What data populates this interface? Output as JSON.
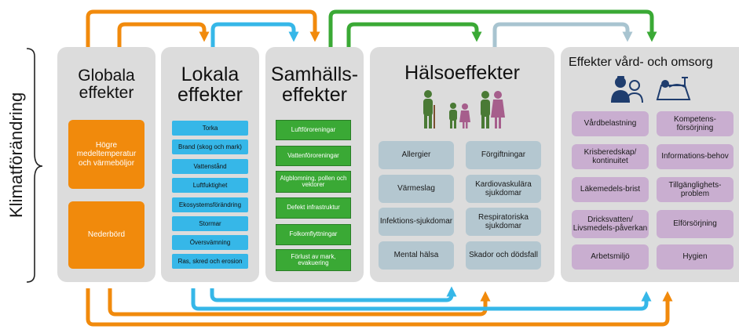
{
  "side_label": "Klimatförändring",
  "panels": {
    "globala": {
      "title1": "Globala",
      "title2": "effekter",
      "items": [
        "Högre medeltemperatur och värmeböljor",
        "Nederbörd"
      ]
    },
    "lokala": {
      "title1": "Lokala",
      "title2": "effekter",
      "items": [
        "Torka",
        "Brand (skog och mark)",
        "Vattenstånd",
        "Luftfuktighet",
        "Ekosystemsförändring",
        "Stormar",
        "Översvämning",
        "Ras, skred och erosion"
      ]
    },
    "samhalls": {
      "title1": "Samhälls-",
      "title2": "effekter",
      "items": [
        "Luftföroreningar",
        "Vattenföroreningar",
        "Algblomning, pollen och vektorer",
        "Defekt infrastruktur",
        "Folkomflyttningar",
        "Förlust av mark, evakuering"
      ]
    },
    "halso": {
      "title": "Hälsoeffekter",
      "items": [
        "Allergier",
        "Förgiftningar",
        "Värmeslag",
        "Kardiovaskulära sjukdomar",
        "Infektions-sjukdomar",
        "Respiratoriska sjukdomar",
        "Mental hälsa",
        "Skador och dödsfall"
      ]
    },
    "vard": {
      "title": "Effekter vård- och omsorg",
      "items": [
        "Vårdbelastning",
        "Kompetens-försörjning",
        "Krisberedskap/ kontinuitet",
        "Informations-behov",
        "Läkemedels-brist",
        "Tillgänglighets-problem",
        "Dricksvatten/ Livsmedels-påverkan",
        "Elförsörjning",
        "Arbetsmiljö",
        "Hygien"
      ]
    }
  },
  "colors": {
    "orange": "#f18a0c",
    "blue": "#36b7e8",
    "green": "#3aa935",
    "lightblue": "#a8c4d0",
    "panel": "#dcdcdc",
    "health": "#b4c7d0",
    "care": "#c9aed0"
  },
  "icons": [
    "family-icon",
    "doctor-patient-icon",
    "hospital-bed-icon"
  ]
}
